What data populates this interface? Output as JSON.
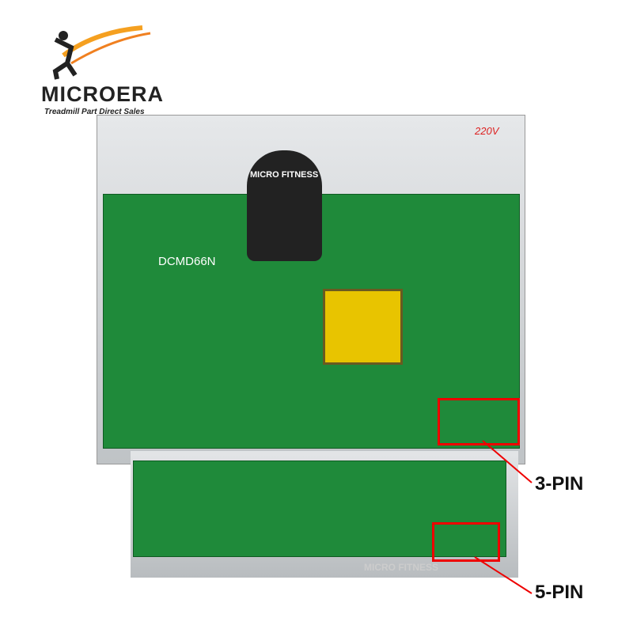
{
  "logo": {
    "brand": "MICROERA",
    "tagline": "Treadmill Part Direct Sales"
  },
  "board": {
    "voltage": "220V",
    "capacitor_label": "MICRO FITNESS",
    "model": "DCMD66N"
  },
  "annotations": {
    "three_pin": "3-PIN",
    "five_pin": "5-PIN",
    "highlight_color": "#e00000"
  },
  "watermark": "MICRO FITNESS"
}
